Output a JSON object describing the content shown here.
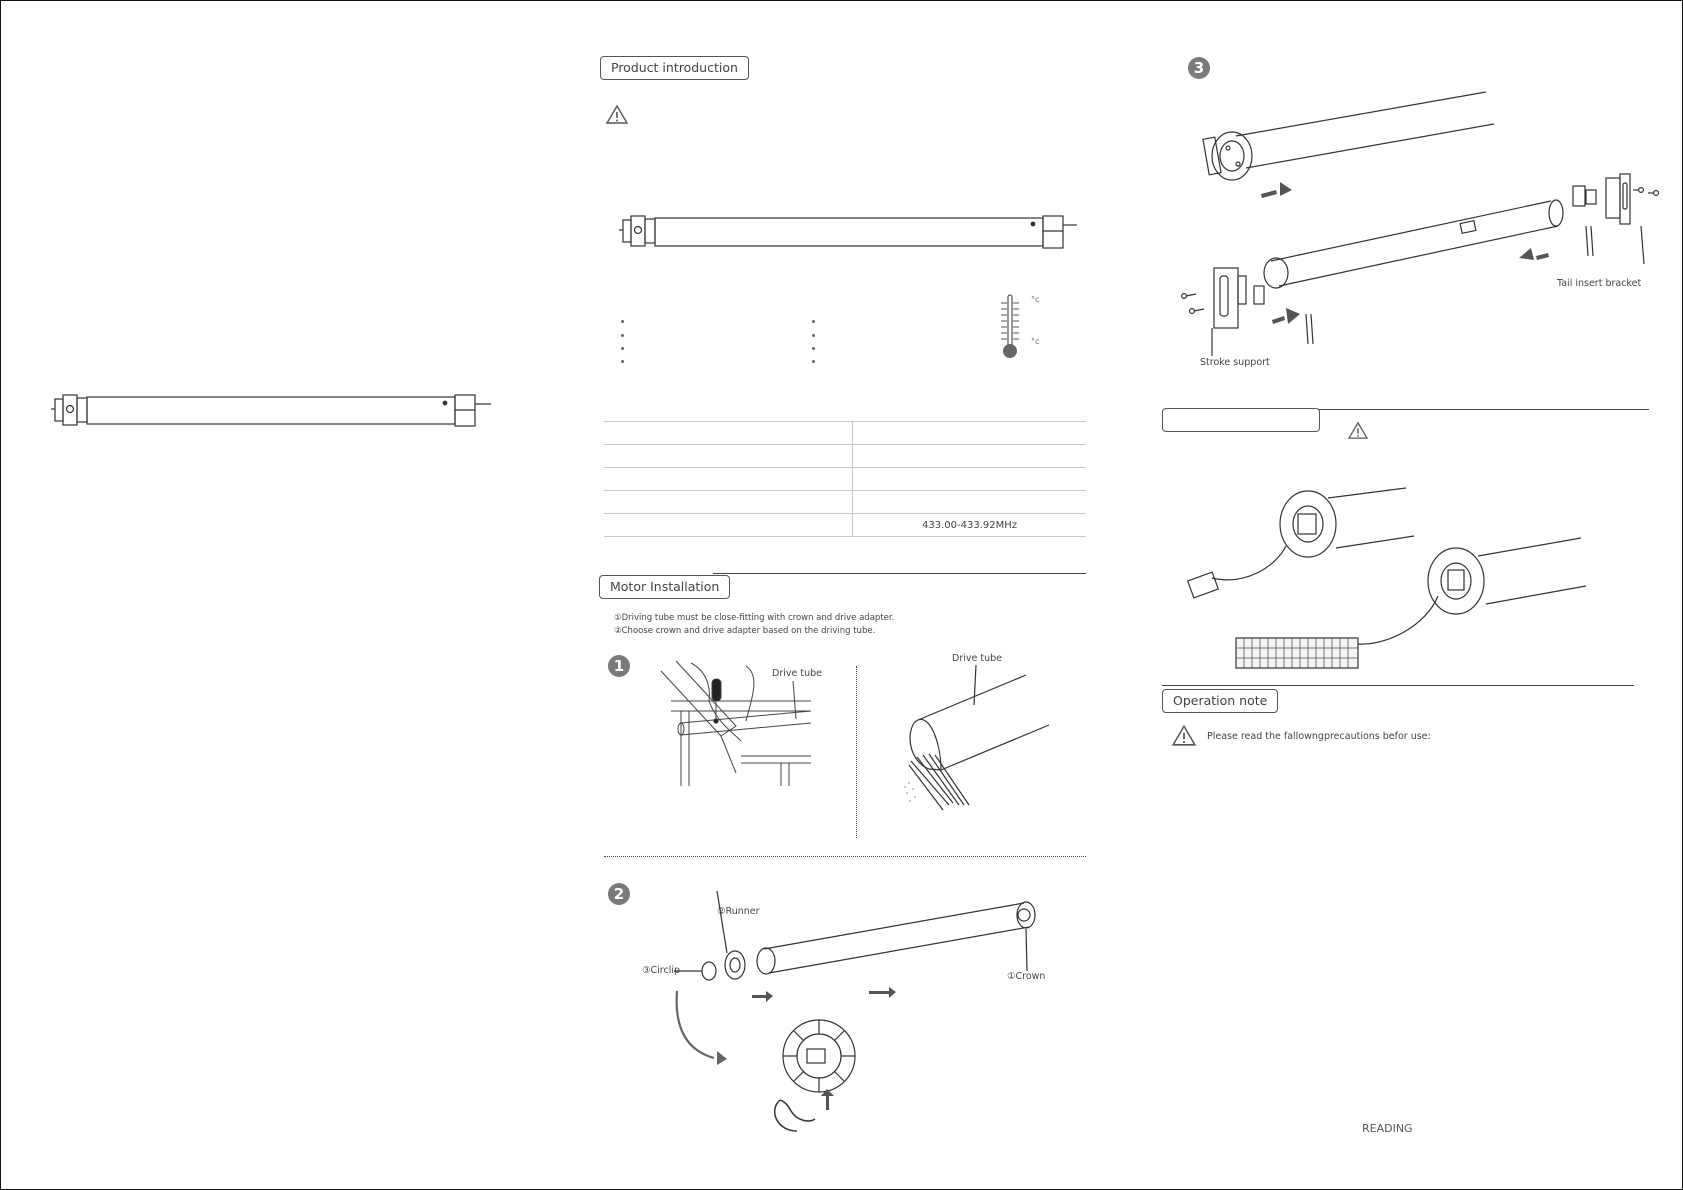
{
  "left_panel": {},
  "middle_panel": {
    "product_intro_label": "Product introduction",
    "thermo_top": "°c",
    "thermo_bottom": "°c",
    "spec_table": [
      [
        "",
        ""
      ],
      [
        "",
        ""
      ],
      [
        "",
        ""
      ],
      [
        "",
        ""
      ],
      [
        "",
        "433.00-433.92MHz"
      ]
    ],
    "motor_installation_label": "Motor Installation",
    "instructions": [
      "①Driving tube must be close-fitting with crown and drive adapter.",
      "②Choose crown and drive adapter based on the driving tube."
    ],
    "step1": {
      "number": "1",
      "drive_tube_left": "Drive tube",
      "drive_tube_right": "Drive tube"
    },
    "step2": {
      "number": "2",
      "runner": "②Runner",
      "circlip": "③Circlip",
      "crown": "①Crown"
    }
  },
  "right_panel": {
    "step3": {
      "number": "3",
      "tail_insert_bracket": "Tail insert bracket",
      "stroke_support": "Stroke support"
    },
    "charging_label": "",
    "operation_note_label": "Operation note",
    "precaution_text": "Please read the fallowngprecautions befor use:",
    "footer": "READING"
  },
  "icons": [
    "warning-icon",
    "thermometer-icon",
    "arrow-icon",
    "step-number-icon"
  ]
}
